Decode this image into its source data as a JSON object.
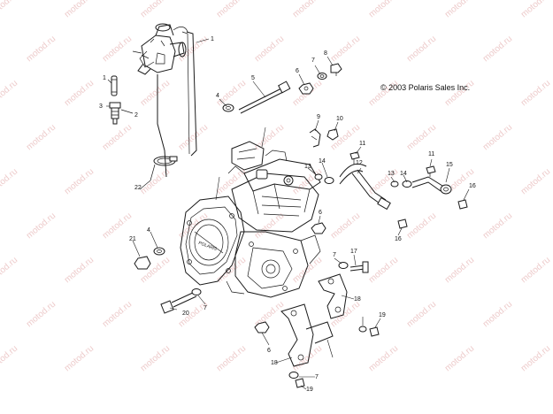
{
  "copyright": "© 2003 Polaris Sales Inc.",
  "watermark": "motod.ru",
  "engine_brand": "POLARIS",
  "callouts": [
    "1",
    "1",
    "2",
    "3",
    "4",
    "4",
    "5",
    "6",
    "6",
    "6",
    "7",
    "7",
    "7",
    "7",
    "8",
    "9",
    "10",
    "11",
    "11",
    "12",
    "13",
    "13",
    "14",
    "14",
    "15",
    "16",
    "16",
    "17",
    "18",
    "18",
    "19",
    "19",
    "20",
    "21",
    "22"
  ]
}
